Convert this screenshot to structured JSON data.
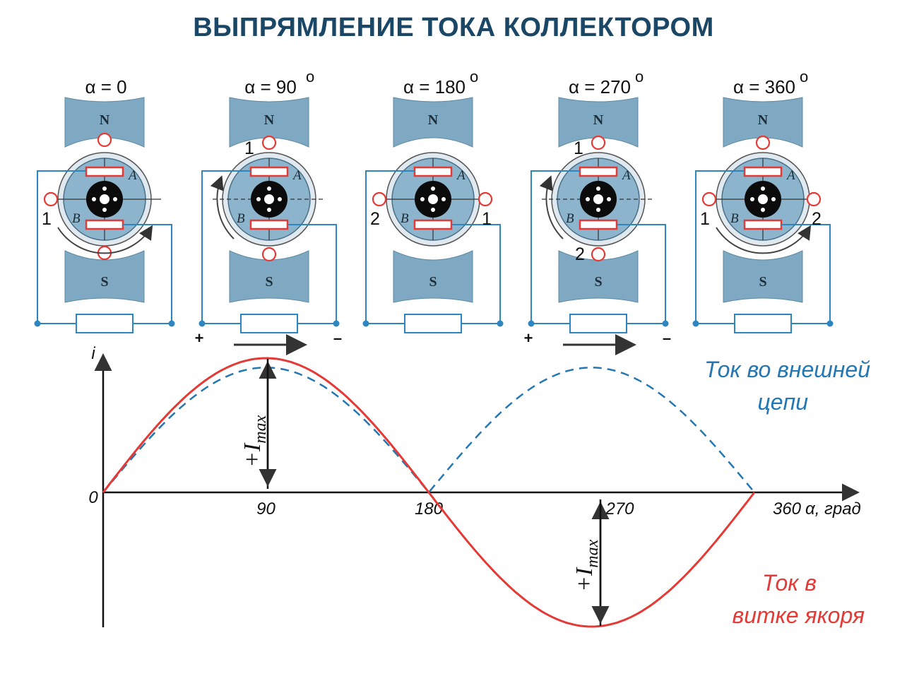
{
  "title": "ВЫПРЯМЛЕНИЕ ТОКА КОЛЛЕКТОРОМ",
  "colors": {
    "title": "#1b4766",
    "magnet": "#7fa9c2",
    "armature": "#8cb4cc",
    "wire": "#2e86c1",
    "coil_red": "#e53935",
    "curve_armature": "#e53935",
    "curve_external": "#2477b3"
  },
  "icons": [
    "arrow-right-icon",
    "rotation-arrow-icon"
  ],
  "pole_labels": {
    "north": "N",
    "south": "S"
  },
  "segment_labels": {
    "a": "A",
    "b": "B"
  },
  "panels": [
    {
      "alpha": "α = 0",
      "deg": "",
      "left_num": "1",
      "right_num": "",
      "top_num": "",
      "bottom_num": "",
      "plus": "",
      "minus": ""
    },
    {
      "alpha": "α = 90",
      "deg": "o",
      "left_num": "",
      "right_num": "",
      "top_num": "1",
      "bottom_num": "",
      "plus": "+",
      "minus": "–"
    },
    {
      "alpha": "α = 180",
      "deg": "o",
      "left_num": "2",
      "right_num": "1",
      "top_num": "",
      "bottom_num": "",
      "plus": "",
      "minus": ""
    },
    {
      "alpha": "α = 270",
      "deg": "o",
      "left_num": "",
      "right_num": "",
      "top_num": "1",
      "bottom_num": "2",
      "plus": "+",
      "minus": "–"
    },
    {
      "alpha": "α = 360",
      "deg": "o",
      "left_num": "1",
      "right_num": "2",
      "top_num": "",
      "bottom_num": "",
      "plus": "",
      "minus": ""
    }
  ],
  "chart_data": {
    "type": "line",
    "xlabel": "α, град",
    "ylabel": "i",
    "origin_label": "0",
    "x_ticks": [
      "90",
      "180",
      "270",
      "360"
    ],
    "imax_label": "+I",
    "imax_sub": "max",
    "series": [
      {
        "name": "Ток в витке якоря",
        "x": [
          0,
          45,
          90,
          135,
          180,
          225,
          270,
          315,
          360
        ],
        "y": [
          0,
          0.71,
          1,
          0.71,
          0,
          -0.71,
          -1,
          -0.71,
          0
        ]
      },
      {
        "name": "Ток во внешней цепи",
        "x": [
          0,
          45,
          90,
          135,
          180,
          225,
          270,
          315,
          360
        ],
        "y": [
          0,
          0.71,
          1,
          0.71,
          0,
          0.71,
          1,
          0.71,
          0
        ]
      }
    ],
    "legend_lines": {
      "external": [
        "Ток во внешней",
        "цепи"
      ],
      "armature": [
        "Ток в",
        "витке якоря"
      ]
    }
  }
}
